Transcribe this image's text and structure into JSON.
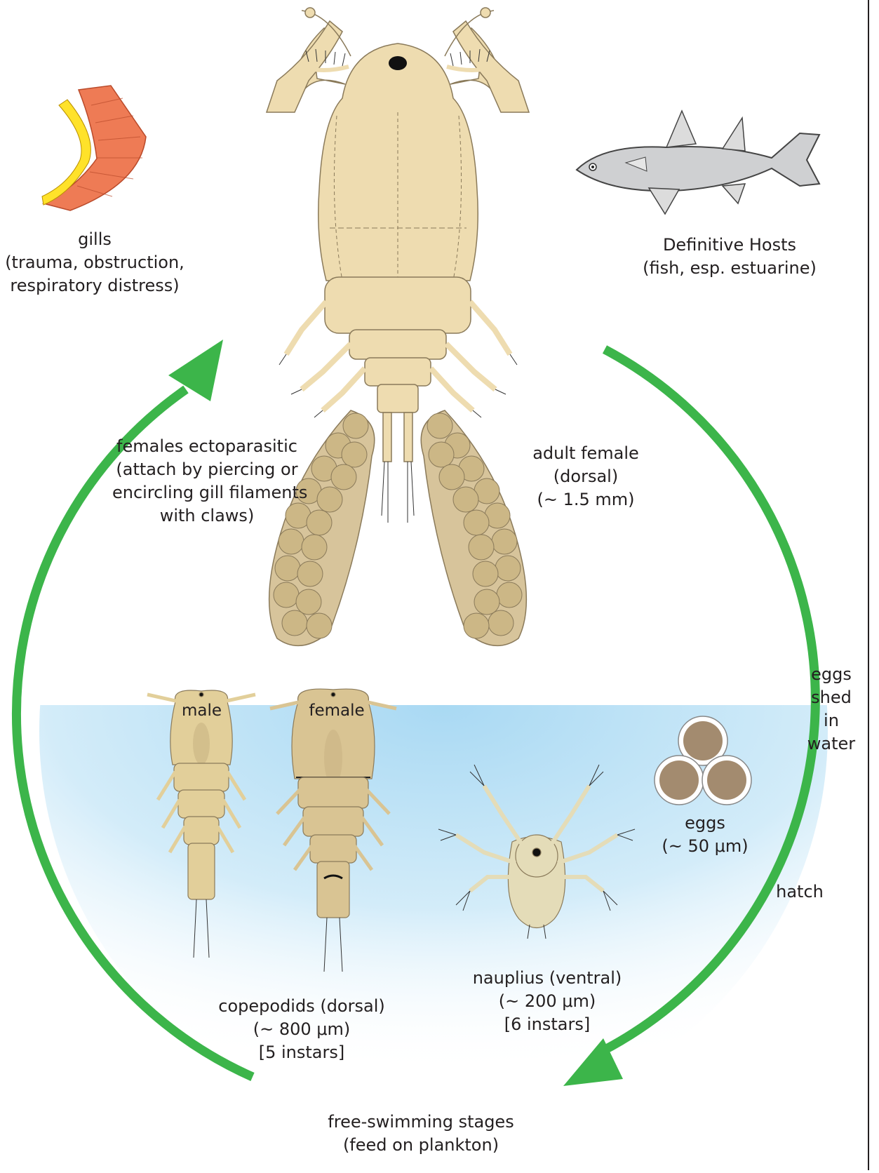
{
  "labels": {
    "gills": [
      "gills",
      "(trauma, obstruction,",
      "respiratory distress)"
    ],
    "hosts": [
      "Definitive Hosts",
      "(fish, esp. estuarine)"
    ],
    "females": [
      "females ectoparasitic",
      "(attach by piercing or",
      "encircling gill filaments",
      "with claws)"
    ],
    "adult": [
      "adult female",
      "(dorsal)",
      "(~ 1.5 mm)"
    ],
    "eggs_shed": [
      "eggs",
      "shed",
      "in",
      "water"
    ],
    "eggs": [
      "eggs",
      "(~ 50 μm)"
    ],
    "hatch": "hatch",
    "male": "male",
    "female": "female",
    "nauplius": [
      "nauplius (ventral)",
      "(~ 200 μm)",
      "[6 instars]"
    ],
    "copepodids": [
      "copepodids (dorsal)",
      "(~ 800 μm)",
      "[5 instars]"
    ],
    "free": [
      "free-swimming stages",
      "(feed on plankton)"
    ]
  },
  "colors": {
    "cycle_arrow": "#3cb54a",
    "body": "#eedcb0",
    "body_outline": "#8a7a5a",
    "egg_sac": "#d7c49b",
    "egg": "#ccb786",
    "gill": "#ee7b55",
    "gill_core": "#ffe22a",
    "fish": "#cfd0d2",
    "water": "#a9d9f3",
    "plankton_egg": "#a38b6f",
    "nauplius": "#e4dcb8"
  },
  "icons": [
    "gill-icon",
    "fish-icon",
    "adult-female-icon",
    "male-copepodid-icon",
    "female-copepodid-icon",
    "nauplius-icon",
    "egg-icon"
  ]
}
